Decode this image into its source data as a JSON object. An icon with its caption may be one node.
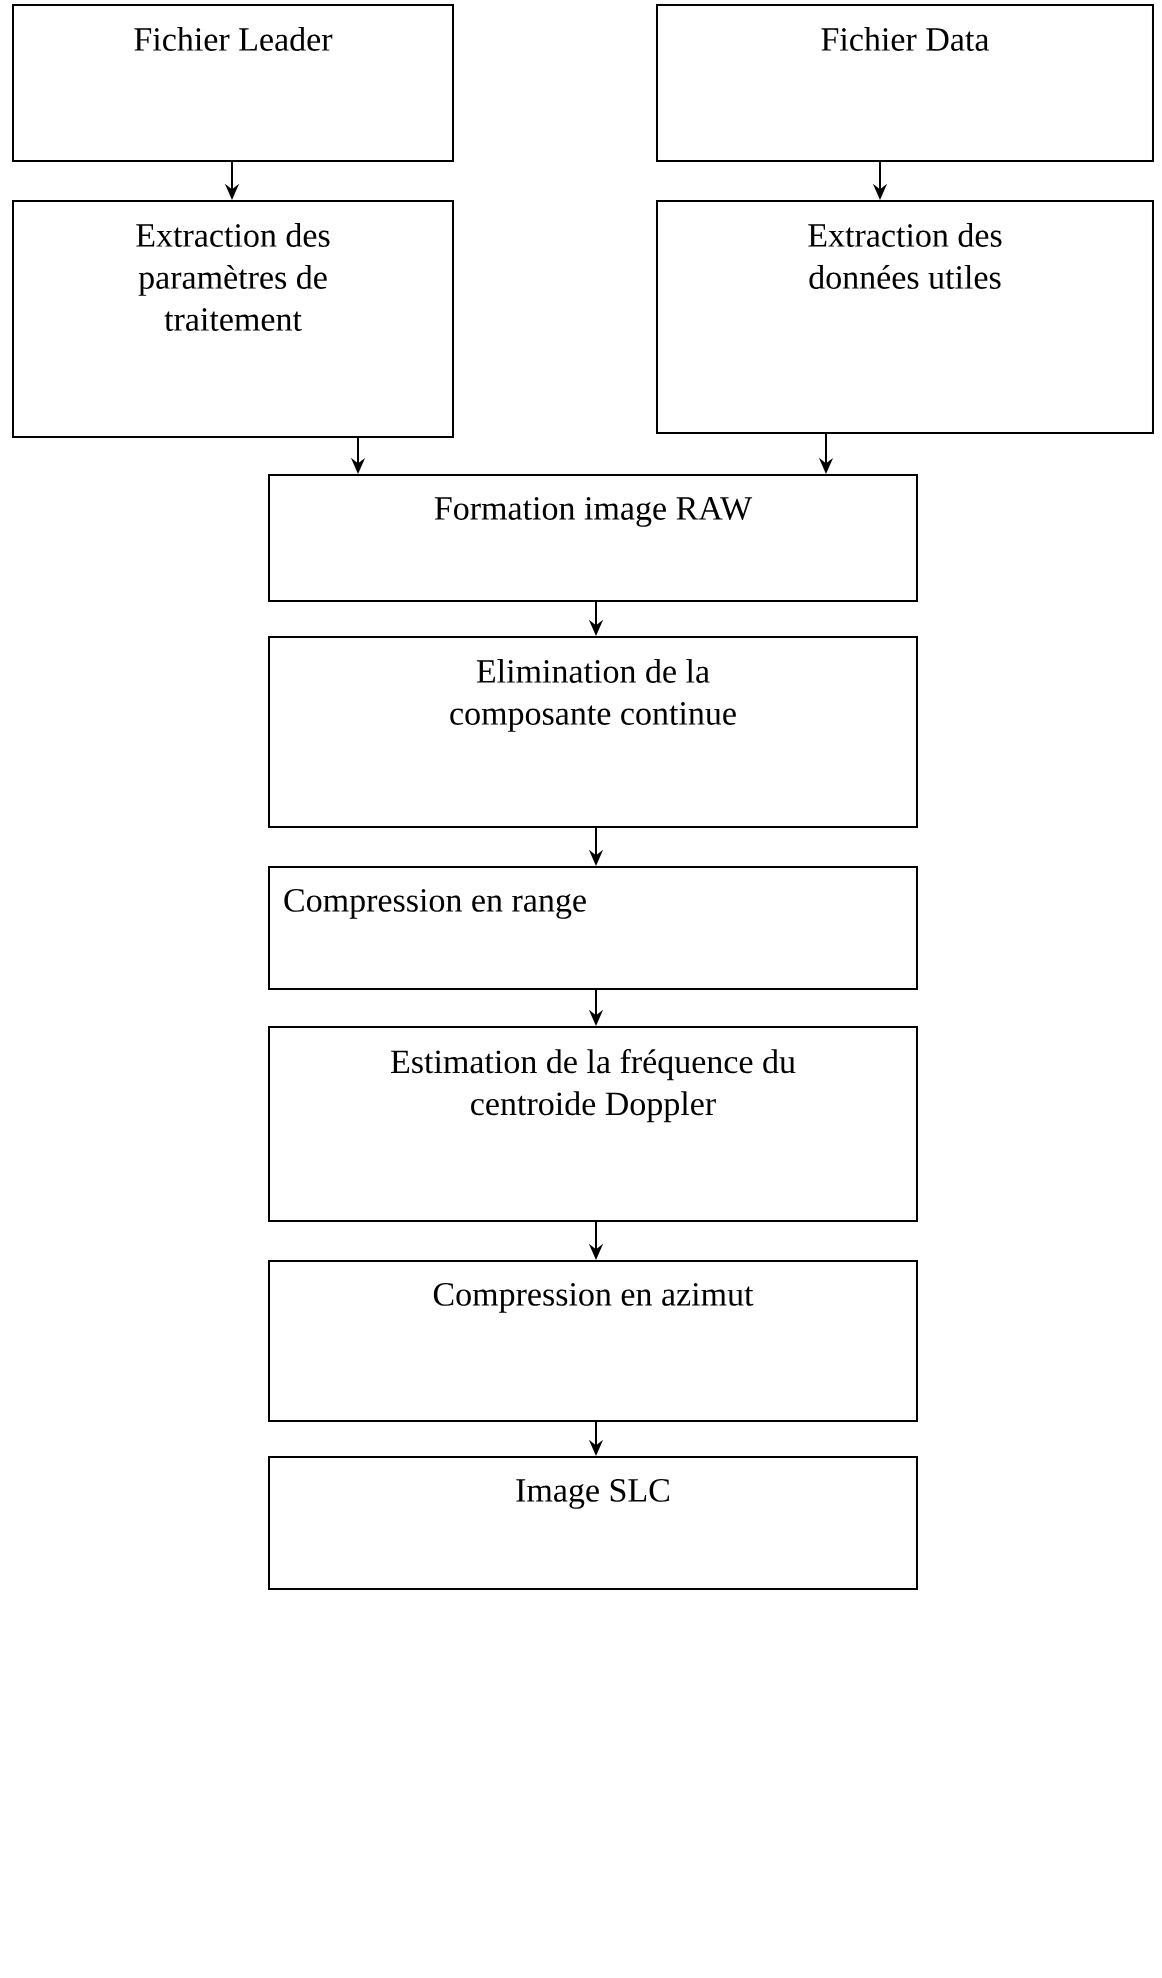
{
  "diagram": {
    "nodes": [
      {
        "text": [
          "Fichier Leader"
        ]
      },
      {
        "text": [
          "Fichier Data"
        ]
      },
      {
        "text": [
          "Extraction des paramètres de traitement"
        ]
      },
      {
        "text": [
          "Extraction des données utiles"
        ]
      },
      {
        "text": [
          "Formation image RAW"
        ]
      },
      {
        "text": [
          "Elimination de la composante continue"
        ]
      },
      {
        "text": [
          "Compression en range"
        ]
      },
      {
        "text": [
          "Estimation de la fréquence du centroide Doppler"
        ]
      },
      {
        "text": [
          "Compression en azimut"
        ]
      },
      {
        "text": [
          "Image SLC"
        ]
      }
    ],
    "edges": [
      {
        "from": 0,
        "to": 2,
        "arrow": "to"
      },
      {
        "from": 1,
        "to": 3,
        "arrow": "to"
      },
      {
        "from": 2,
        "to": 4,
        "arrow": "to"
      },
      {
        "from": 3,
        "to": 4,
        "arrow": "to"
      },
      {
        "from": 4,
        "to": 5,
        "arrow": "to"
      },
      {
        "from": 5,
        "to": 6,
        "arrow": "to"
      },
      {
        "from": 6,
        "to": 7,
        "arrow": "to"
      },
      {
        "from": 7,
        "to": 8,
        "arrow": "to"
      },
      {
        "from": 8,
        "to": 9,
        "arrow": "to"
      }
    ]
  }
}
